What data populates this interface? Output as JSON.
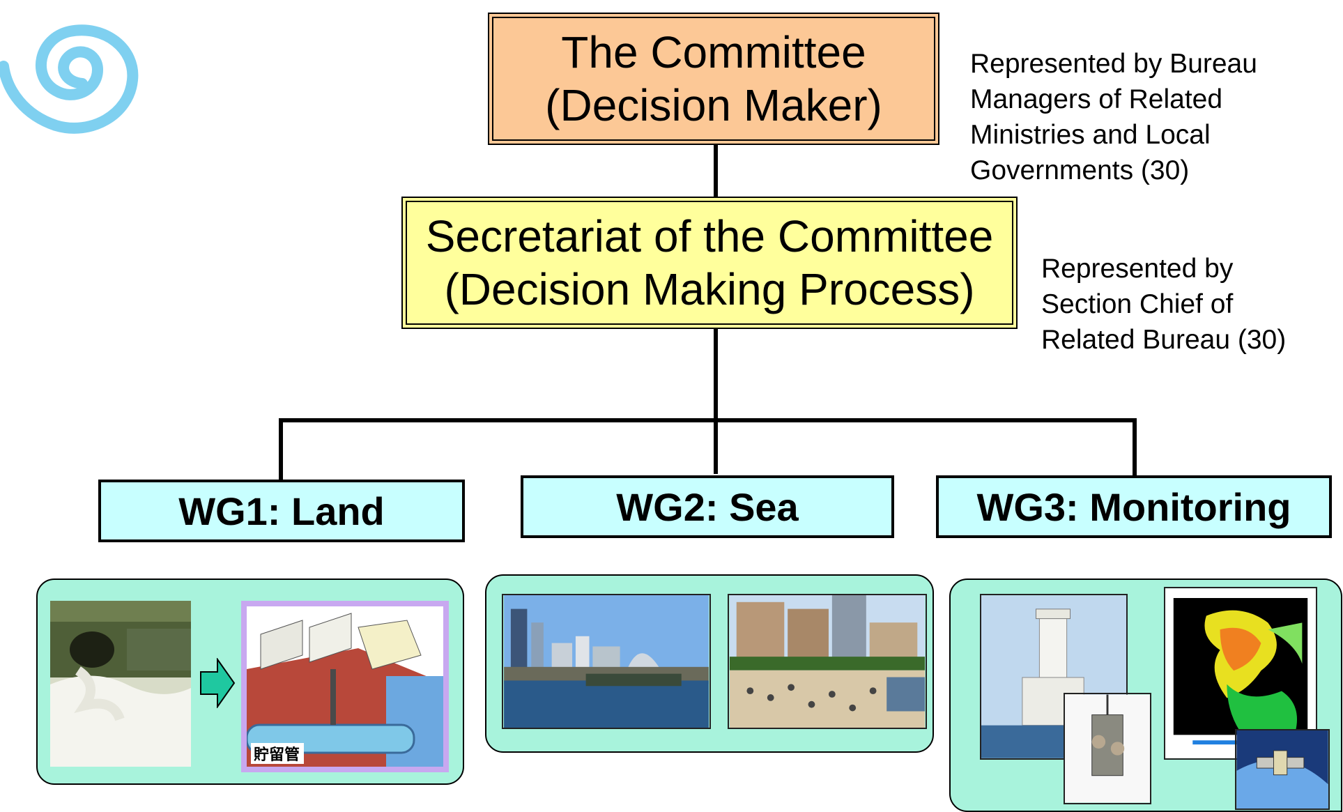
{
  "committee": {
    "line1": "The Committee",
    "line2": "(Decision Maker)"
  },
  "committee_note": {
    "line1": "Represented by Bureau",
    "line2": "Managers of Related",
    "line3": "Ministries and Local",
    "line4": "Governments (30)"
  },
  "secretariat": {
    "line1": "Secretariat of the Committee",
    "line2": "(Decision Making Process)"
  },
  "secretariat_note": {
    "line1": "Represented by",
    "line2": "Section Chief of",
    "line3": "Related Bureau (30)"
  },
  "working_groups": [
    {
      "label": "WG1: Land"
    },
    {
      "label": "WG2: Sea"
    },
    {
      "label": "WG3: Monitoring"
    }
  ],
  "photos": {
    "land_tank_label": "貯留管"
  },
  "colors": {
    "committee": "#fcc896",
    "secretariat": "#ffff9c",
    "wg": "#c8ffff",
    "panel": "#a8f3dc",
    "logo": "#7fd0f0"
  }
}
